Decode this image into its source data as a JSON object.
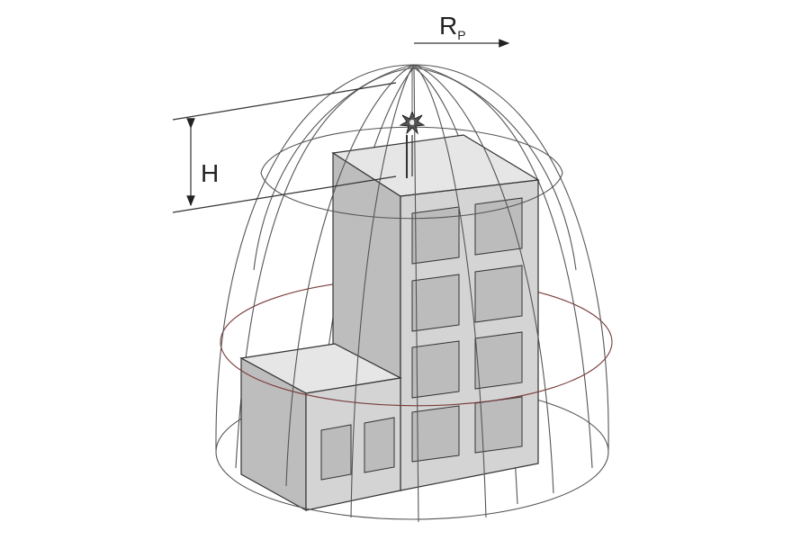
{
  "labels": {
    "radius_main": "R",
    "radius_sub": "P",
    "height": "H"
  },
  "colors": {
    "building_front": "#d4d4d4",
    "building_side": "#bdbdbd",
    "building_top": "#e6e6e6",
    "window_fill": "#bcbcbc",
    "wire": "#555555",
    "ring_accent": "#7a3b3b"
  }
}
